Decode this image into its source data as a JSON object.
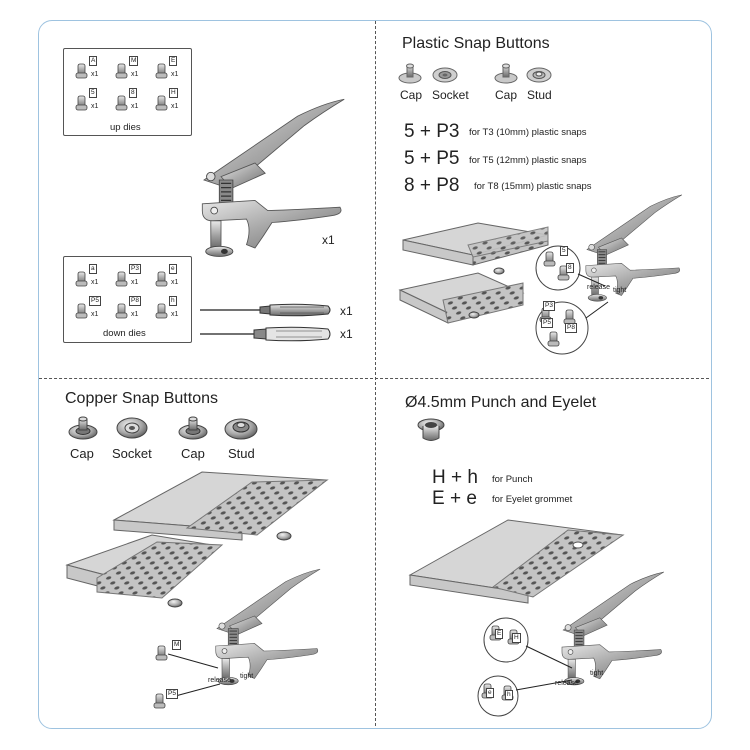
{
  "colors": {
    "frame": "#9ec3e0",
    "metal": "#a9a9a9",
    "dark": "#555555",
    "fabric": "#bdbdbd"
  },
  "q1": {
    "up_dies": {
      "caption": "up dies",
      "items": [
        {
          "tag": "A",
          "qty": "x1"
        },
        {
          "tag": "M",
          "qty": "x1"
        },
        {
          "tag": "E",
          "qty": "x1"
        },
        {
          "tag": "5",
          "qty": "x1"
        },
        {
          "tag": "8",
          "qty": "x1"
        },
        {
          "tag": "H",
          "qty": "x1"
        }
      ]
    },
    "down_dies": {
      "caption": "down dies",
      "items": [
        {
          "tag": "a",
          "qty": "x1"
        },
        {
          "tag": "P3",
          "qty": "x1"
        },
        {
          "tag": "e",
          "qty": "x1"
        },
        {
          "tag": "P5",
          "qty": "x1"
        },
        {
          "tag": "P8",
          "qty": "x1"
        },
        {
          "tag": "h",
          "qty": "x1"
        }
      ]
    },
    "plier_qty": "x1",
    "screwdriver1_qty": "x1",
    "screwdriver2_qty": "x1"
  },
  "q2": {
    "title": "Plastic Snap Buttons",
    "parts": [
      "Cap",
      "Socket",
      "Cap",
      "Stud"
    ],
    "combos": [
      {
        "code": "5 + P3",
        "desc": "for  T3 (10mm) plastic snaps"
      },
      {
        "code": "5 + P5",
        "desc": "for  T5 (12mm) plastic snaps"
      },
      {
        "code": "8 + P8",
        "desc": "for  T8 (15mm) plastic snaps"
      }
    ],
    "tags": [
      "5",
      "8",
      "P3",
      "P5",
      "P8"
    ],
    "release": "release",
    "tight": "tight"
  },
  "q3": {
    "title": "Copper Snap Buttons",
    "parts": [
      "Cap",
      "Socket",
      "Cap",
      "Stud"
    ],
    "tags": [
      "M",
      "P5"
    ],
    "release": "release",
    "tight": "tight"
  },
  "q4": {
    "title": "Ø4.5mm Punch and Eyelet",
    "combos": [
      {
        "code": "H + h",
        "desc": "for  Punch"
      },
      {
        "code": "E + e",
        "desc": "for  Eyelet grommet"
      }
    ],
    "tags": [
      "E",
      "H",
      "e",
      "h"
    ],
    "release": "release",
    "tight": "tight"
  }
}
